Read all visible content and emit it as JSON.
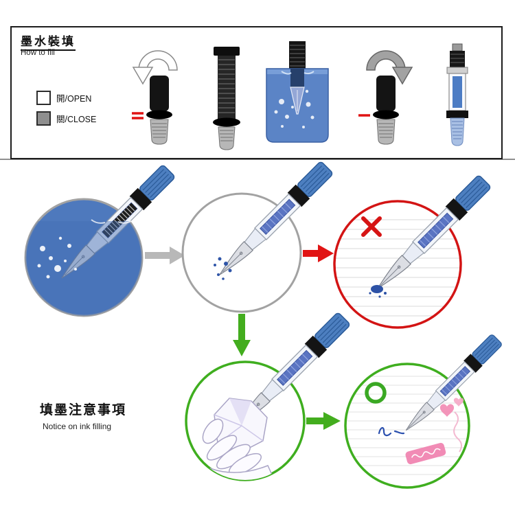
{
  "header": {
    "title_zh": "墨水裝填",
    "title_en": "How to fill"
  },
  "legend": {
    "open_label": "開/OPEN",
    "close_label": "關/CLOSE",
    "open_color": "#ffffff",
    "close_color": "#8f8f8f"
  },
  "notice": {
    "title_zh": "填墨注意事項",
    "title_en": "Notice on ink filling"
  },
  "marks": {
    "wrong": "×",
    "correct": "○"
  },
  "colors": {
    "ink_blue": "#4e79bd",
    "pen_blue": "#4d7fc0",
    "arrow_gray": "#b8b8b8",
    "arrow_red": "#e11414",
    "arrow_green": "#43ad1e",
    "wrong_red": "#d61414",
    "correct_green": "#3aa823"
  }
}
